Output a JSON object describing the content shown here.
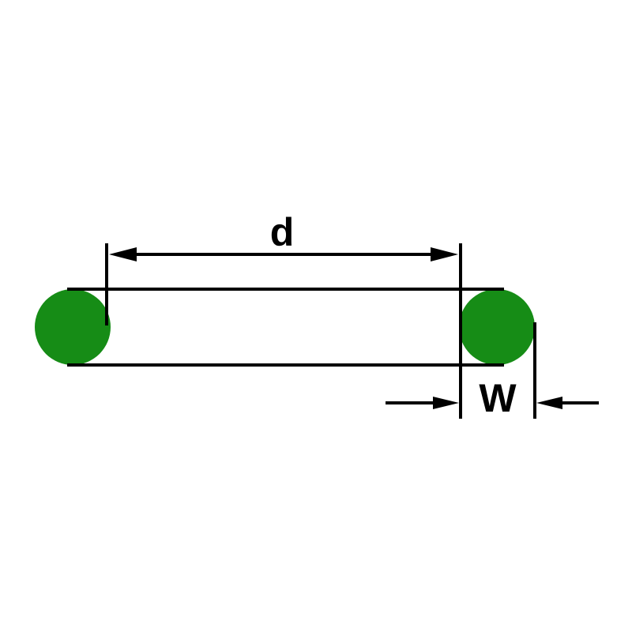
{
  "diagram": {
    "type": "o-ring-dimension-drawing",
    "labels": {
      "inner_diameter": "d",
      "cross_section_width": "W"
    },
    "colors": {
      "oring_fill": "#168c16",
      "line": "#000000",
      "background": "#ffffff"
    }
  }
}
